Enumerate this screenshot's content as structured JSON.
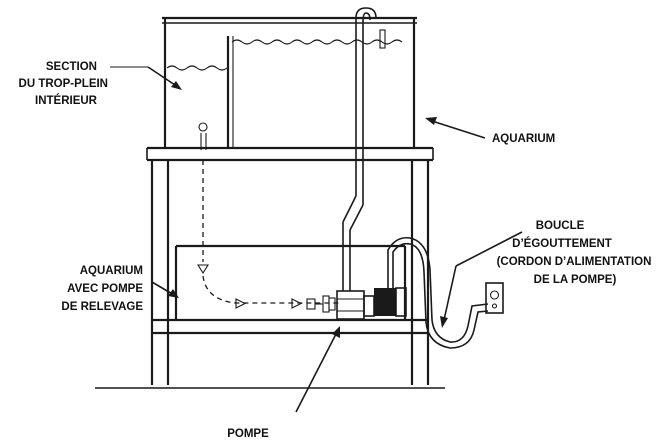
{
  "labels": {
    "section_line1": "SECTION",
    "section_line2": "DU TROP-PLEIN",
    "section_line3": "INTÉRIEUR",
    "aquarium": "AQUARIUM",
    "boucle_line1": "BOUCLE",
    "boucle_line2": "D’ÉGOUTTEMENT",
    "boucle_line3": "(CORDON D’ALIMENTATION",
    "boucle_line4": "DE LA POMPE)",
    "sump_line1": "AQUARIUM",
    "sump_line2": "AVEC POMPE",
    "sump_line3": "DE RELEVAGE",
    "pompe": "POMPE"
  },
  "colors": {
    "line": "#1a1a1a",
    "text": "#111111",
    "background": "#ffffff"
  }
}
